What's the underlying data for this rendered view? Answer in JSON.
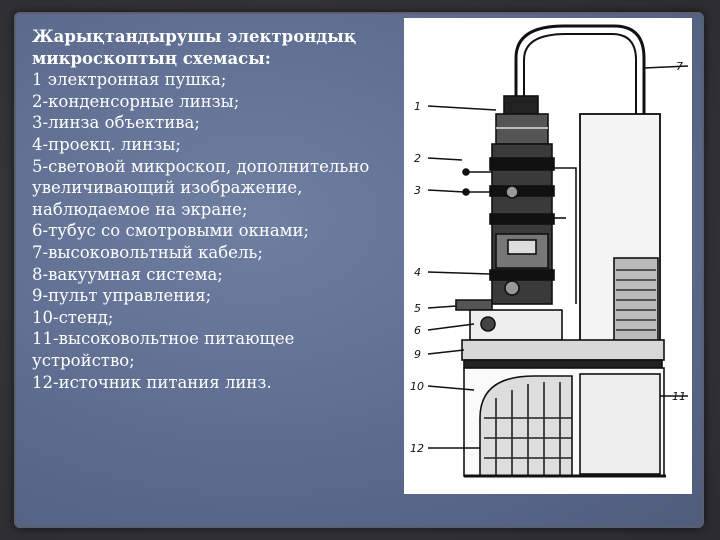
{
  "slide": {
    "title_line1": "Жарықтандырушы электрондық",
    "title_line2": "микроскоптың схемасы:",
    "items": [
      "1 электронная пушка;",
      "2-конденсорные линзы;",
      "3-линза объектива;",
      "4-проекц. линзы;",
      "5-световой микроскоп, дополнительно",
      "увеличивающий изображение,",
      "наблюдаемое на экране;",
      "6-тубус со смотровыми окнами;",
      "7-высоковольтный кабель;",
      "8-вакуумная система;",
      "9-пульт управления;",
      "10-стенд;",
      "11-высоковольтное питающее",
      "устройство;",
      "12-источник питания линз."
    ]
  },
  "figure": {
    "labels": [
      "1",
      "2",
      "3",
      "4",
      "5",
      "6",
      "9",
      "10",
      "11",
      "12",
      "7"
    ]
  },
  "colors": {
    "panel": "#5f6e91",
    "background": "#3d3d3f",
    "text": "#ffffff",
    "figure_bg": "#ffffff",
    "line_art": "#111111"
  }
}
